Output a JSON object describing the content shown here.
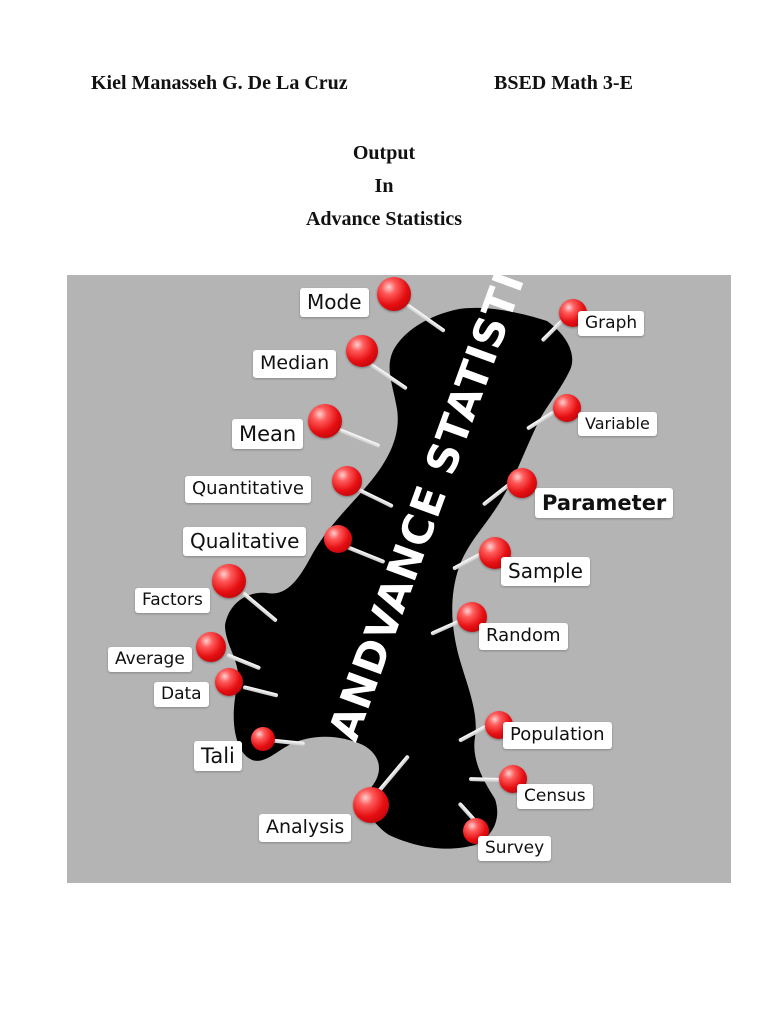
{
  "header": {
    "author": "Kiel Manasseh G. De La Cruz",
    "course": "BSED Math 3-E"
  },
  "title": {
    "line1": "Output",
    "line2": "In",
    "line3": "Advance Statistics"
  },
  "figure": {
    "center_text": "ANDVANCE STATISTICS",
    "labels": {
      "mode": "Mode",
      "median": "Median",
      "mean": "Mean",
      "quantitative": "Quantitative",
      "qualitative": "Qualitative",
      "factors": "Factors",
      "average": "Average",
      "data": "Data",
      "tali": "Tali",
      "analysis": "Analysis",
      "graph": "Graph",
      "variable": "Variable",
      "parameter": "Parameter",
      "sample": "Sample",
      "random": "Random",
      "population": "Population",
      "census": "Census",
      "survey": "Survey"
    },
    "colors": {
      "background": "#b4b4b4",
      "shape": "#000000",
      "pin": "#e60f12",
      "label_bg": "#ffffff"
    }
  }
}
